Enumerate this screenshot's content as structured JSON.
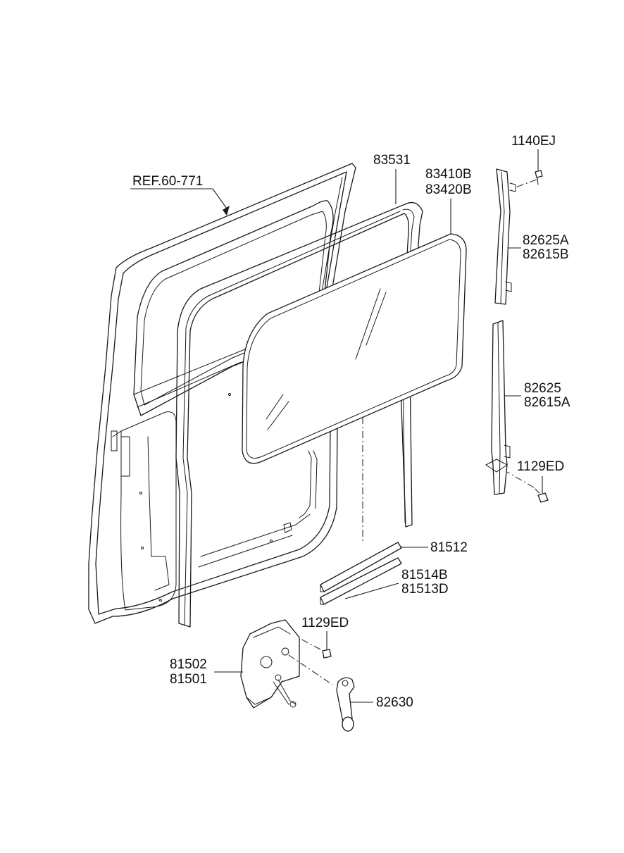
{
  "callouts": {
    "ref": "REF.60-771",
    "weatherstrip": "83531",
    "glass_a": "83410B",
    "glass_b": "83420B",
    "bolt_top": "1140EJ",
    "run_upper_a": "82625A",
    "run_upper_b": "82615B",
    "run_lower_a": "82625",
    "run_lower_b": "82615A",
    "bolt_mid": "1129ED",
    "channel": "81512",
    "channel_a": "81514B",
    "channel_b": "81513D",
    "bolt_low": "1129ED",
    "regulator_a": "81502",
    "regulator_b": "81501",
    "handle": "82630"
  }
}
